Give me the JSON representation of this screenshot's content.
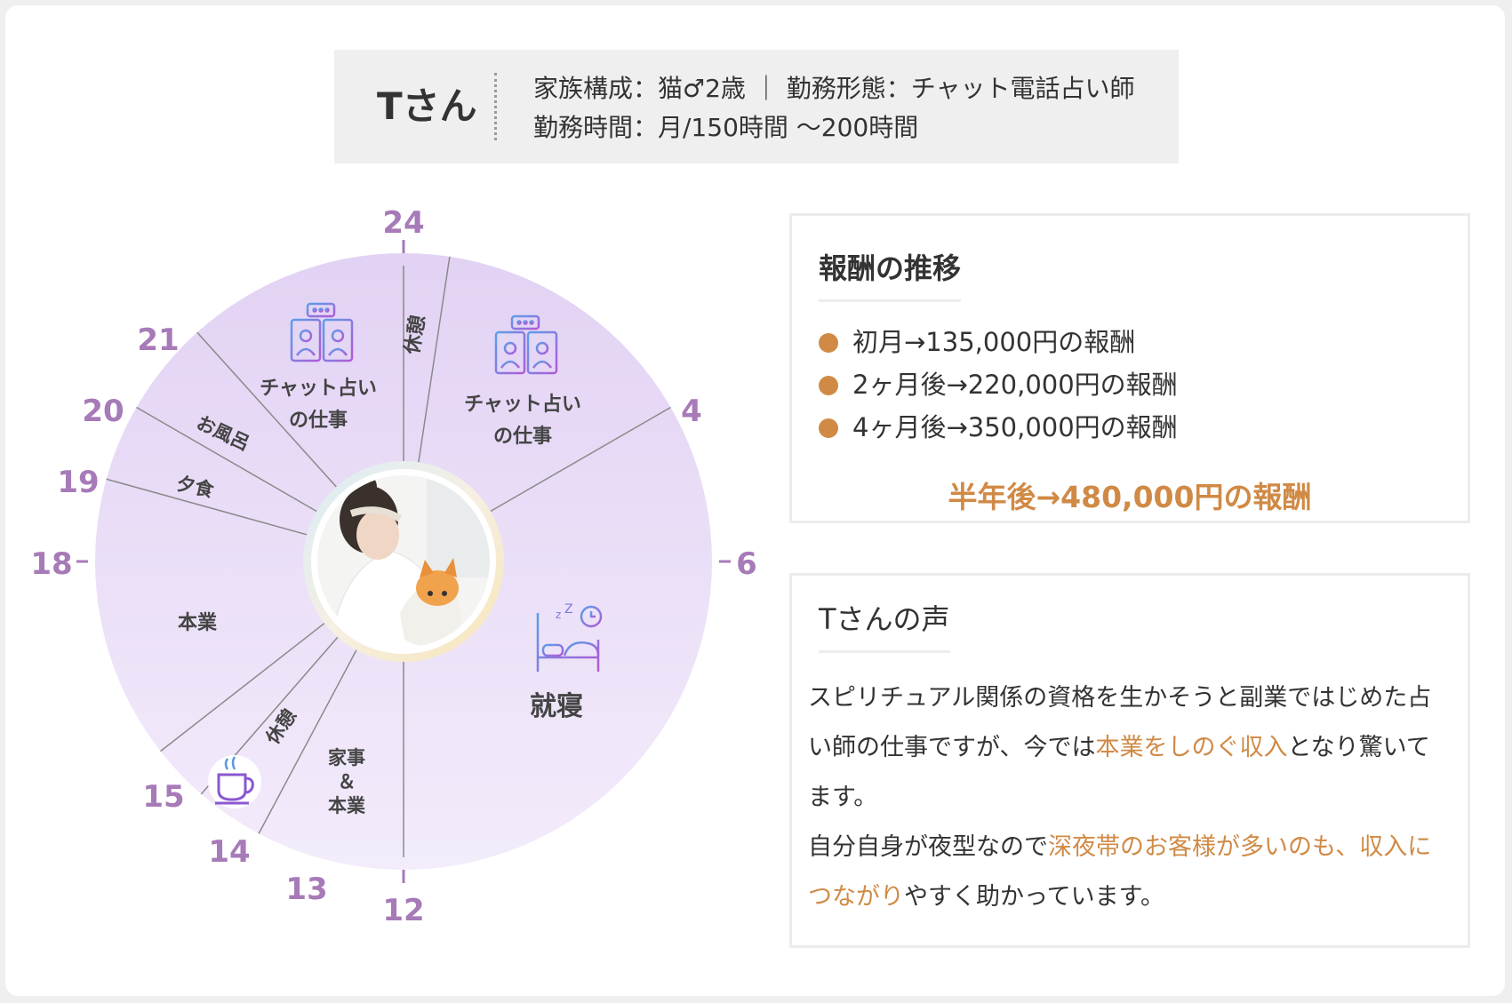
{
  "header": {
    "name": "Tさん",
    "family": "家族構成：猫♂2歳",
    "divider": "｜",
    "work_style": "勤務形態：チャット電話占い師",
    "hours": "勤務時間：月/150時間 ～200時間"
  },
  "clock": {
    "hour_labels": [
      {
        "text": "24",
        "hour": 24
      },
      {
        "text": "4",
        "hour": 4
      },
      {
        "text": "6",
        "hour": 6
      },
      {
        "text": "12",
        "hour": 12
      },
      {
        "text": "13",
        "hour": 13
      },
      {
        "text": "14",
        "hour": 14
      },
      {
        "text": "15",
        "hour": 15
      },
      {
        "text": "18",
        "hour": 18
      },
      {
        "text": "19",
        "hour": 19
      },
      {
        "text": "20",
        "hour": 20
      },
      {
        "text": "21",
        "hour": 21
      }
    ],
    "segments": {
      "chat_work_1": "チャット占い|の仕事",
      "rest_1": "休憩",
      "chat_work_2": "チャット占い|の仕事",
      "sleep": "就寝",
      "housework": "家事|＆|本業",
      "rest_2": "休憩",
      "main_job": "本業",
      "dinner": "夕食",
      "bath": "お風呂"
    },
    "icons": [
      "video-chat-icon",
      "video-chat-icon",
      "sleep-icon",
      "coffee-cup-icon",
      "woman-with-cat-photo"
    ],
    "colors": {
      "ring_light": "#f1eafa",
      "ring_dark": "#dcc9f0",
      "label": "#a77ab8",
      "line": "#8a8a8a"
    }
  },
  "income": {
    "title": "報酬の推移",
    "items": [
      "初月→135,000円の報酬",
      "2ヶ月後→220,000円の報酬",
      "4ヶ月後→350,000円の報酬"
    ],
    "final": "半年後→480,000円の報酬"
  },
  "voice": {
    "title": "Tさんの声",
    "p1_a": "スピリチュアル関係の資格を生かそうと副業ではじめた占い師の仕事ですが、今では",
    "p1_hl": "本業をしのぐ収入",
    "p1_b": "となり驚いてます。",
    "p2_a": "自分自身が夜型なので",
    "p2_hl": "深夜帯のお客様が多いのも、収入につながり",
    "p2_b": "やすく助かっています。"
  },
  "accent_color": "#d08a45"
}
